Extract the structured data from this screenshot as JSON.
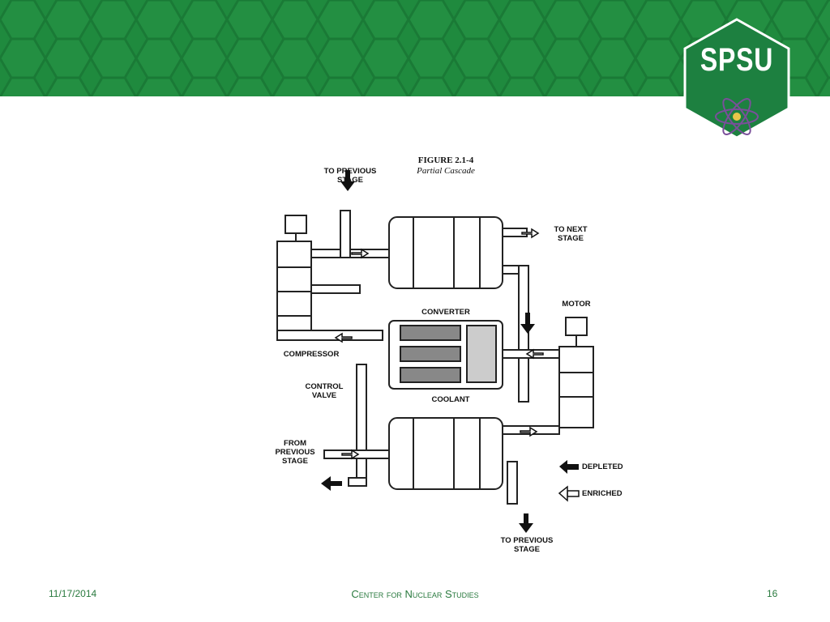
{
  "header": {
    "logo_text": "SPSU",
    "banner_color": "#1f8a3e",
    "logo_color": "#1d8040"
  },
  "figure": {
    "title": "FIGURE 2.1-4",
    "subtitle": "Partial Cascade",
    "labels": {
      "to_previous_stage_top": "TO PREVIOUS\nSTAGE",
      "to_next_stage": "TO NEXT\nSTAGE",
      "converter": "CONVERTER",
      "motor": "MOTOR",
      "compressor": "COMPRESSOR",
      "control_valve": "CONTROL\nVALVE",
      "coolant": "COOLANT",
      "from_previous_stage": "FROM\nPREVIOUS\nSTAGE",
      "to_previous_stage_bottom": "TO PREVIOUS\nSTAGE"
    },
    "legend": [
      {
        "label": "DEPLETED",
        "icon": "solid-arrow-icon"
      },
      {
        "label": "ENRICHED",
        "icon": "hollow-arrow-icon"
      }
    ]
  },
  "footer": {
    "date": "11/17/2014",
    "center": "Center for Nuclear Studies",
    "page_number": "16"
  }
}
